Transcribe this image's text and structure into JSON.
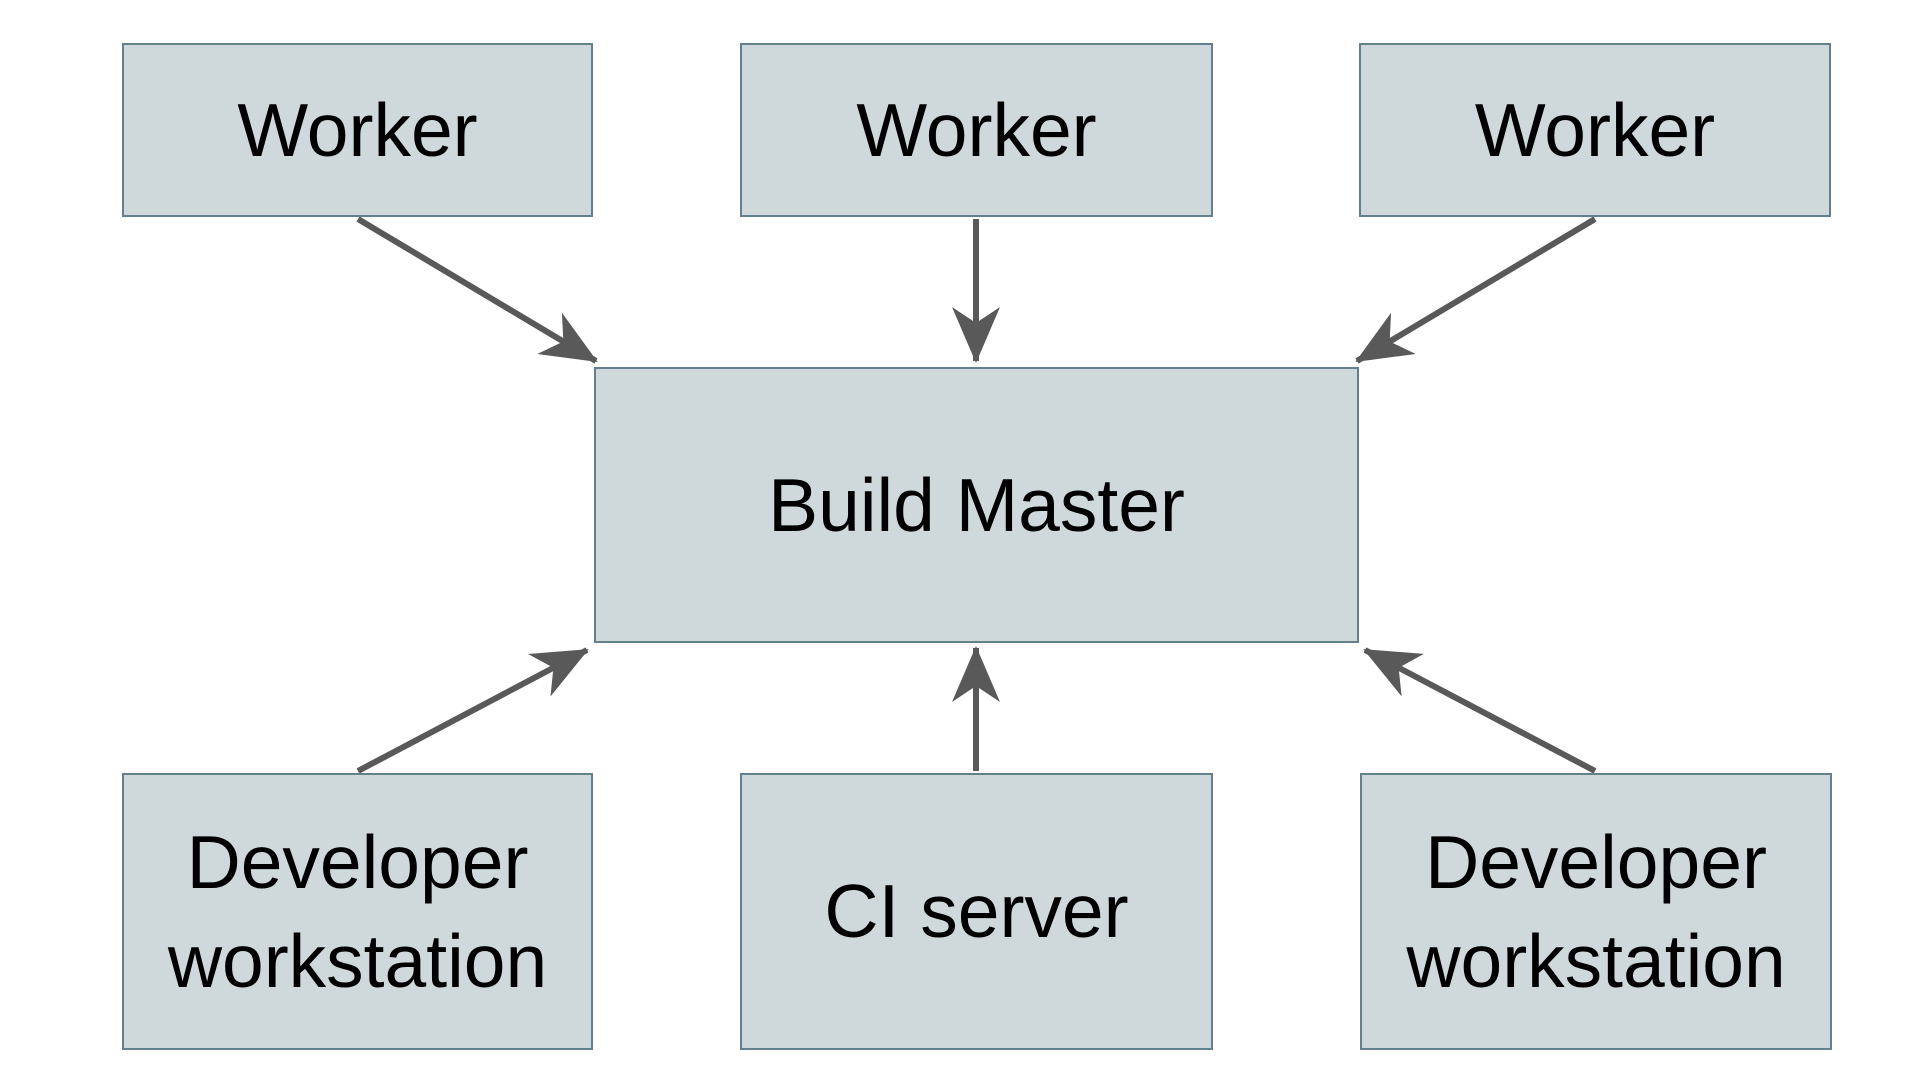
{
  "diagram": {
    "type": "flowchart",
    "background_color": "#ffffff",
    "node_fill_color": "#cfd8da",
    "node_border_color": "#64808e",
    "arrow_color": "#595959",
    "label_color": "#000000",
    "nodes": [
      {
        "id": "worker-top-left",
        "label": "Worker"
      },
      {
        "id": "worker-top-center",
        "label": "Worker"
      },
      {
        "id": "worker-top-right",
        "label": "Worker"
      },
      {
        "id": "build-master",
        "label": "Build Master"
      },
      {
        "id": "developer-workstation-left",
        "label": "Developer workstation"
      },
      {
        "id": "ci-server",
        "label": "CI server"
      },
      {
        "id": "developer-workstation-right",
        "label": "Developer workstation"
      }
    ],
    "edges": [
      {
        "from": "worker-top-left",
        "to": "build-master"
      },
      {
        "from": "worker-top-center",
        "to": "build-master"
      },
      {
        "from": "worker-top-right",
        "to": "build-master"
      },
      {
        "from": "developer-workstation-left",
        "to": "build-master"
      },
      {
        "from": "ci-server",
        "to": "build-master"
      },
      {
        "from": "developer-workstation-right",
        "to": "build-master"
      }
    ]
  }
}
